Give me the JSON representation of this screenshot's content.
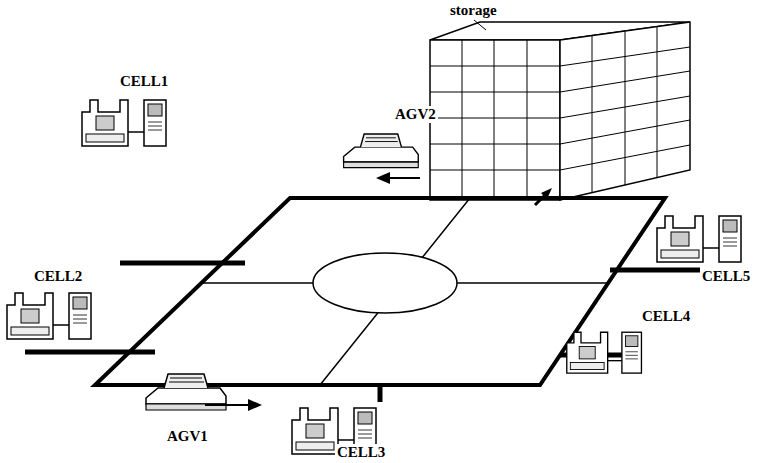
{
  "diagram": {
    "labels": [
      "storage",
      "AGV2",
      "CELL1",
      "CELL2",
      "CELL5",
      "CELL4",
      "AGV1",
      "CELL3"
    ]
  }
}
